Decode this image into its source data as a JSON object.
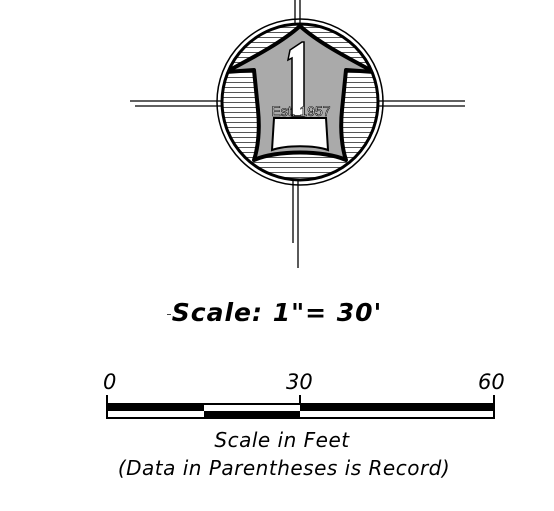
{
  "seal": {
    "text": "Est. 1957",
    "fill_color": "#aaaaaa",
    "icon": "north-arrow-icon"
  },
  "scale": {
    "title": "Scale:  1\"=  30'",
    "ticks": [
      "0",
      "30",
      "60"
    ],
    "unit_caption": "Scale in Feet",
    "record_note": "(Data in Parentheses is Record)"
  }
}
